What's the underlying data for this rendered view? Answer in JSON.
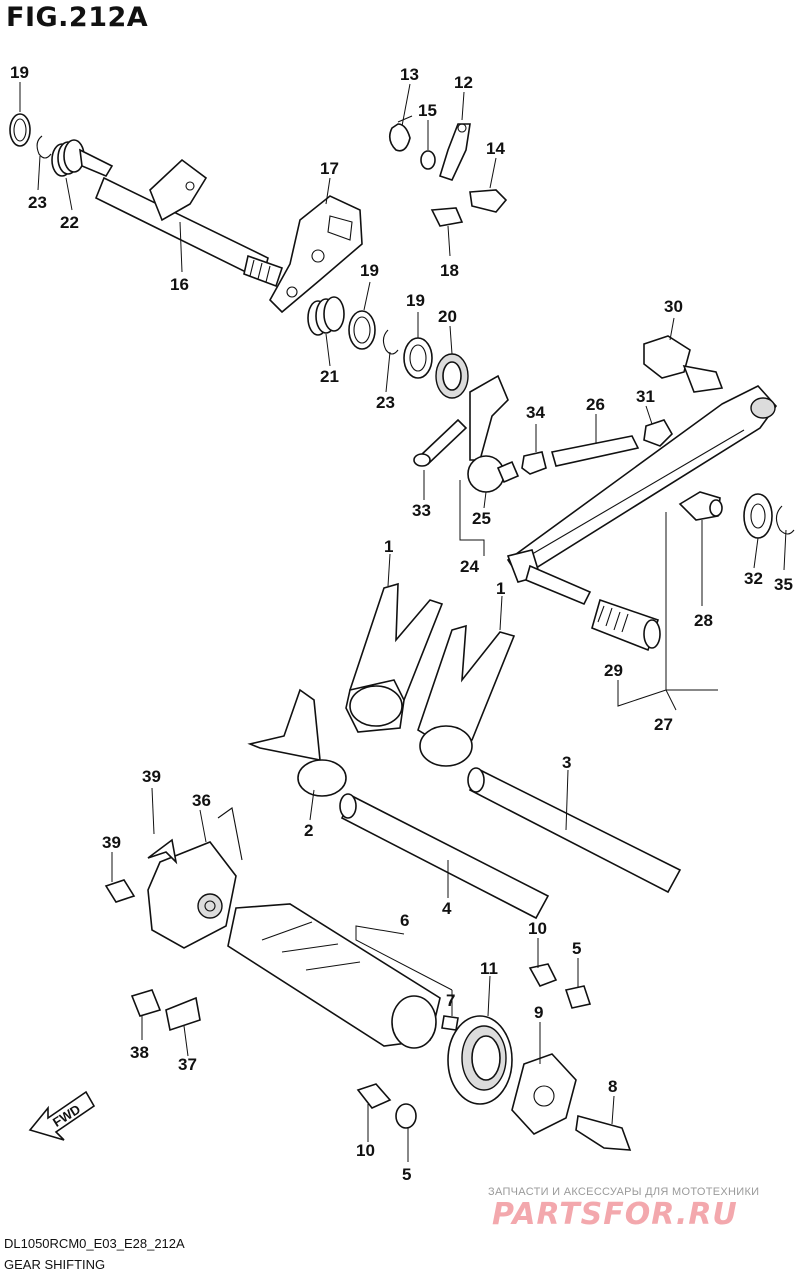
{
  "figure": {
    "title": "FIG.212A"
  },
  "parts": [
    {
      "label": "1"
    },
    {
      "label": "1"
    },
    {
      "label": "2"
    },
    {
      "label": "3"
    },
    {
      "label": "4"
    },
    {
      "label": "5"
    },
    {
      "label": "5"
    },
    {
      "label": "6"
    },
    {
      "label": "7"
    },
    {
      "label": "8"
    },
    {
      "label": "9"
    },
    {
      "label": "10"
    },
    {
      "label": "10"
    },
    {
      "label": "11"
    },
    {
      "label": "12"
    },
    {
      "label": "13"
    },
    {
      "label": "14"
    },
    {
      "label": "15"
    },
    {
      "label": "16"
    },
    {
      "label": "17"
    },
    {
      "label": "18"
    },
    {
      "label": "19"
    },
    {
      "label": "19"
    },
    {
      "label": "19"
    },
    {
      "label": "20"
    },
    {
      "label": "21"
    },
    {
      "label": "22"
    },
    {
      "label": "23"
    },
    {
      "label": "23"
    },
    {
      "label": "24"
    },
    {
      "label": "25"
    },
    {
      "label": "26"
    },
    {
      "label": "27"
    },
    {
      "label": "28"
    },
    {
      "label": "29"
    },
    {
      "label": "30"
    },
    {
      "label": "31"
    },
    {
      "label": "32"
    },
    {
      "label": "33"
    },
    {
      "label": "34"
    },
    {
      "label": "35"
    },
    {
      "label": "36"
    },
    {
      "label": "37"
    },
    {
      "label": "38"
    },
    {
      "label": "39"
    },
    {
      "label": "39"
    }
  ],
  "direction_arrow": {
    "label": "FWD"
  },
  "footer": {
    "code": "DL1050RCM0_E03_E28_212A",
    "name": "GEAR SHIFTING"
  },
  "watermark": {
    "tagline": "ЗАПЧАСТИ И АКСЕССУАРЫ ДЛЯ МОТОТЕХНИКИ",
    "logo": "PARTSFOR.RU"
  }
}
